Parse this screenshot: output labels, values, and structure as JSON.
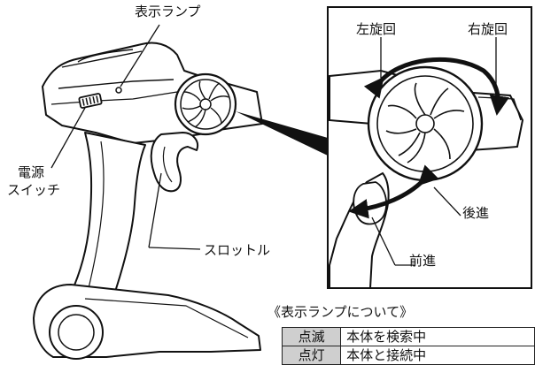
{
  "labels": {
    "display_lamp": "表示ランプ",
    "power_switch_line1": "電源",
    "power_switch_line2": "スイッチ",
    "throttle": "スロットル",
    "left_turn": "左旋回",
    "right_turn": "右旋回",
    "backward": "後進",
    "forward": "前進"
  },
  "lamp_section": {
    "title": "《表示ランプについて》",
    "rows": [
      {
        "state": "点滅",
        "meaning": "本体を検索中"
      },
      {
        "state": "点灯",
        "meaning": "本体と接続中"
      }
    ]
  }
}
